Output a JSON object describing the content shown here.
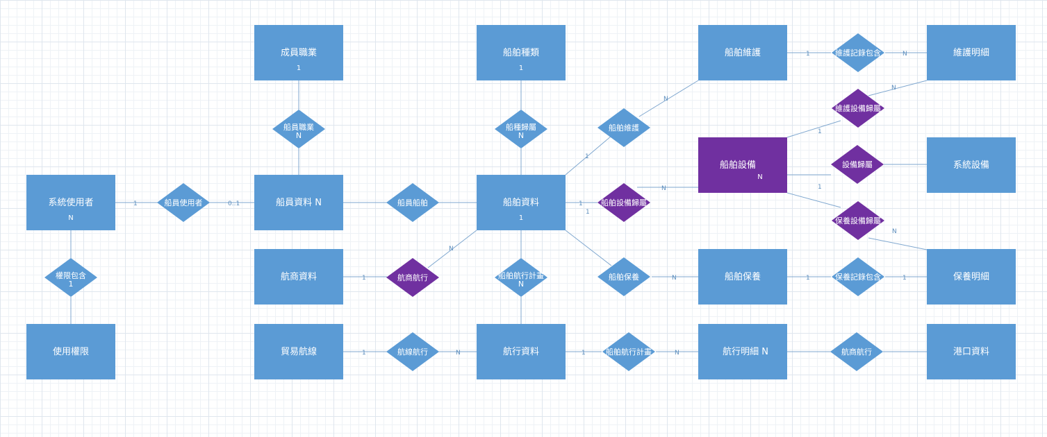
{
  "colors": {
    "entity": "#5b9bd5",
    "highlight": "#7030a0",
    "line": "#7fa7cf",
    "text": "#ffffff",
    "card": "#5b8dbd"
  },
  "entities": [
    {
      "id": "sysuser",
      "label": "系統使用者",
      "sub": "N"
    },
    {
      "id": "perm",
      "label": "使用權限",
      "sub": ""
    },
    {
      "id": "job",
      "label": "成員職業",
      "sub": "1"
    },
    {
      "id": "crew",
      "label": "船員資料 N",
      "sub": ""
    },
    {
      "id": "agent",
      "label": "航商資料",
      "sub": ""
    },
    {
      "id": "route",
      "label": "貿易航線",
      "sub": ""
    },
    {
      "id": "shiptype",
      "label": "船舶種類",
      "sub": "1"
    },
    {
      "id": "ship",
      "label": "船舶資料",
      "sub": "1"
    },
    {
      "id": "voyage",
      "label": "航行資料",
      "sub": ""
    },
    {
      "id": "shipmaint",
      "label": "船舶維護",
      "sub": ""
    },
    {
      "id": "shipequip",
      "label": "船舶設備",
      "sub": "N"
    },
    {
      "id": "shipcare",
      "label": "船舶保養",
      "sub": ""
    },
    {
      "id": "voydetail",
      "label": "航行明細 N",
      "sub": ""
    },
    {
      "id": "maintdetail",
      "label": "維護明細",
      "sub": ""
    },
    {
      "id": "sysequip",
      "label": "系統設備",
      "sub": ""
    },
    {
      "id": "caredetail",
      "label": "保養明細",
      "sub": ""
    },
    {
      "id": "port",
      "label": "港口資料",
      "sub": ""
    }
  ],
  "relationships": [
    {
      "id": "r_permcontain",
      "label": "權限包含",
      "sub": "1"
    },
    {
      "id": "r_crewuser",
      "label": "船員使用者",
      "sub": ""
    },
    {
      "id": "r_crewjob",
      "label": "船員職業",
      "sub": "N"
    },
    {
      "id": "r_crewship",
      "label": "船員船舶",
      "sub": ""
    },
    {
      "id": "r_agentvoy",
      "label": "航商航行",
      "sub": ""
    },
    {
      "id": "r_routevoy",
      "label": "航線航行",
      "sub": ""
    },
    {
      "id": "r_typebelong",
      "label": "船種歸屬",
      "sub": "N"
    },
    {
      "id": "r_voyplan",
      "label": "船舶航行計畫",
      "sub": "N"
    },
    {
      "id": "r_shipmaint",
      "label": "船舶維護",
      "sub": ""
    },
    {
      "id": "r_equipbelong",
      "label": "船舶設備歸屬",
      "sub": ""
    },
    {
      "id": "r_shipcare",
      "label": "船舶保養",
      "sub": ""
    },
    {
      "id": "r_voyplan2",
      "label": "船舶航行計畫",
      "sub": ""
    },
    {
      "id": "r_maintrec",
      "label": "維護記錄包含",
      "sub": ""
    },
    {
      "id": "r_maintequip",
      "label": "維護設備歸屬",
      "sub": ""
    },
    {
      "id": "r_equipbelong2",
      "label": "設備歸屬",
      "sub": ""
    },
    {
      "id": "r_careequip",
      "label": "保養設備歸屬",
      "sub": ""
    },
    {
      "id": "r_carerec",
      "label": "保養記錄包含",
      "sub": ""
    },
    {
      "id": "r_agentvoy2",
      "label": "航商航行",
      "sub": ""
    }
  ],
  "cardinalities": {
    "c1": "1",
    "c2": "0..1",
    "c3": "1",
    "c4": "N",
    "c5": "1",
    "c6": "N",
    "c7": "1",
    "c8": "1",
    "c9": "N",
    "c10": "1",
    "c11": "N",
    "c12": "1",
    "c13": "N",
    "c14": "1",
    "c15": "N",
    "c16": "1",
    "c17": "N",
    "c18": "1",
    "c19": "1",
    "c20": "N",
    "c21": "N",
    "c22": "1"
  }
}
